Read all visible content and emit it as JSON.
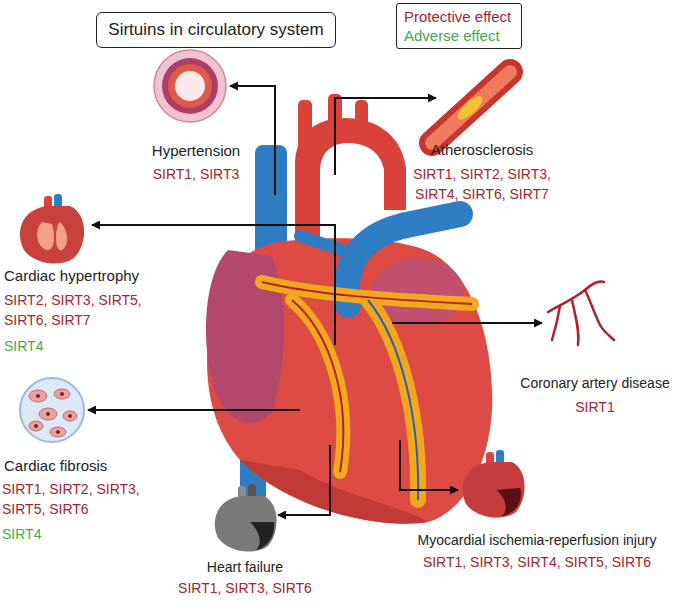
{
  "diagram": {
    "title": "Sirtuins in circulatory system",
    "labels": [
      "Hypertension",
      "SIRT1, SIRT3",
      "Atherosclerosis",
      "SIRT1, SIRT2, SIRT3, SIRT4, SIRT6, SIRT7",
      "Cardiac hypertrophy",
      "SIRT2, SIRT3, SIRT5, SIRT6, SIRT7",
      "SIRT4",
      "Coronary artery disease",
      "SIRT1",
      "Cardiac fibrosis",
      "SIRT1, SIRT2, SIRT3, SIRT5, SIRT6",
      "SIRT4",
      "Heart failure",
      "SIRT1, SIRT3, SIRT6",
      "Myocardial ischemia-reperfusion injury",
      "SIRT1, SIRT3, SIRT4, SIRT5, SIRT6"
    ],
    "legend": [
      {
        "text": "Protective effect",
        "color": "#a5232d"
      },
      {
        "text": "Adverse effect",
        "color": "#47a84c"
      }
    ]
  }
}
